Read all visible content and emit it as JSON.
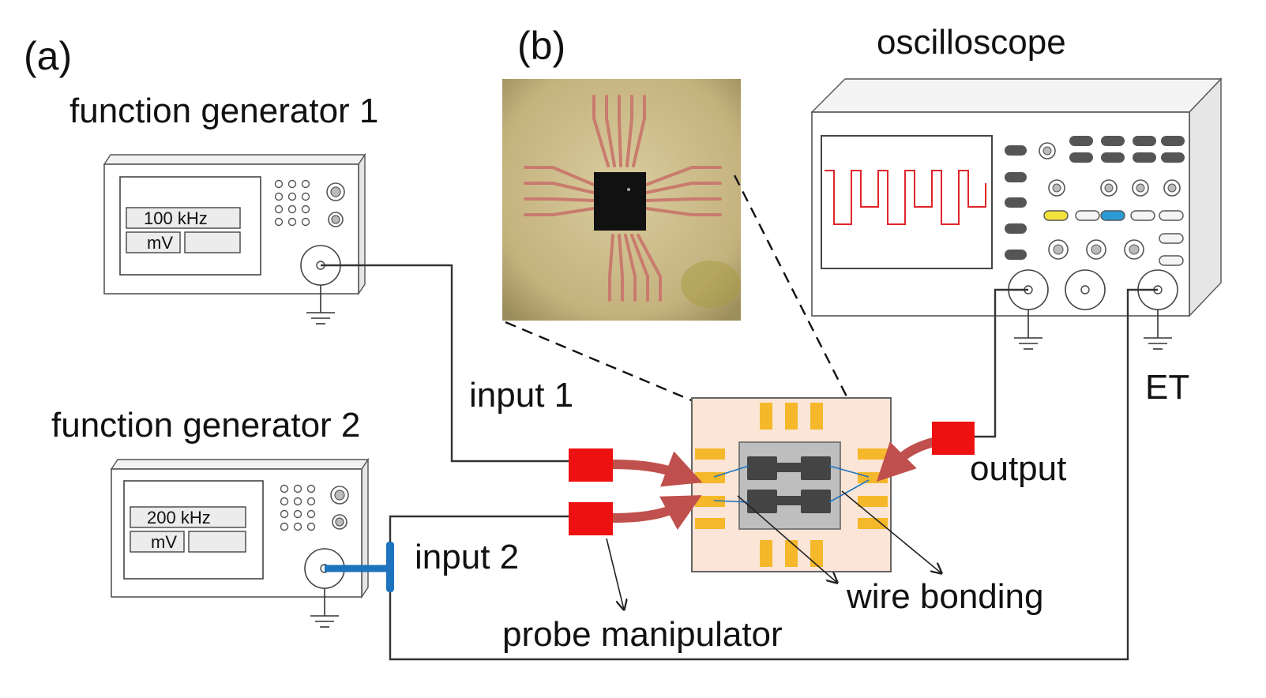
{
  "panels": {
    "a": "(a)",
    "b": "(b)"
  },
  "instruments": {
    "fg1": {
      "title": "function generator 1",
      "freq": "100 kHz",
      "unit": "mV"
    },
    "fg2": {
      "title": "function generator 2",
      "freq": "200 kHz",
      "unit": "mV"
    },
    "scope": {
      "title": "oscilloscope"
    }
  },
  "labels": {
    "input1": "input 1",
    "input2": "input 2",
    "output": "output",
    "et": "ET",
    "wire_bonding": "wire bonding",
    "probe_manipulator": "probe manipulator"
  },
  "colors": {
    "pad_gold": "#F5B82A",
    "probe_red": "#EE1111",
    "arrow_red": "#C0504D",
    "connector_blue": "#1E73BE",
    "chip_bg": "#FBE5D6",
    "board": "#C8B68A",
    "trace": "#C97B6E",
    "waveform": "#E0252A",
    "scope_yellow": "#F2E33A",
    "scope_blue": "#2B9BD6"
  }
}
